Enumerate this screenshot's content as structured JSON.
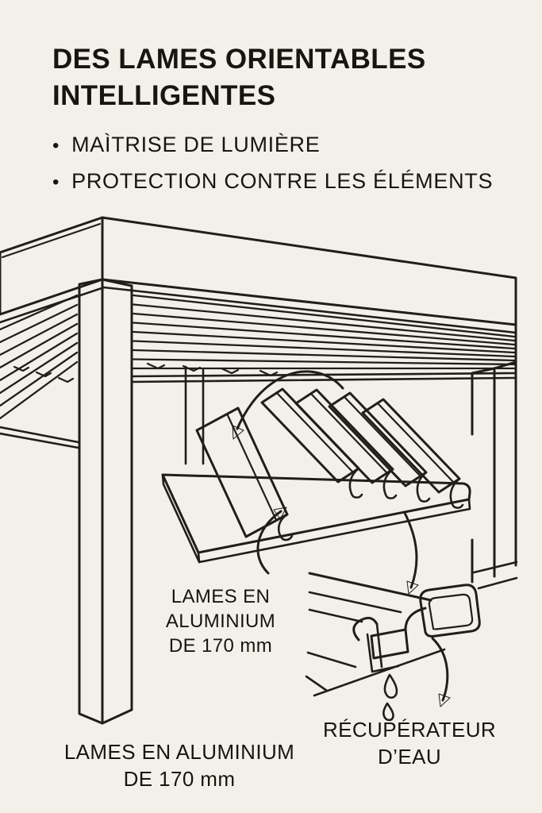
{
  "page": {
    "background_color": "#f3f0e9",
    "line_color": "#211e19",
    "text_color": "#18150f"
  },
  "header": {
    "title_lines": [
      "DES LAMES ORIENTABLES",
      "INTELLIGENTES"
    ],
    "bullet_glyph": "•",
    "bullets": [
      "MAÌTRISE DE LUMIÈRE",
      "PROTECTION CONTRE LES ÉLÉMENTS"
    ]
  },
  "diagram": {
    "labels": {
      "louver_detail": {
        "line1": "LAMES EN",
        "line2": "ALUMINIUM",
        "line3": "DE 170 mm"
      },
      "louver_main": {
        "line1": "LAMES EN ALUMINIUM",
        "line2": "DE 170 mm"
      },
      "water_collector": {
        "line1": "RÉCUPÉRATEUR",
        "line2": "D’EAU"
      }
    },
    "icons": {
      "rotation_arrow": "curved-arrow-down-left",
      "detail_pointer_arrows": "curved-arrow",
      "water_drops": "teardrop-outline"
    }
  }
}
